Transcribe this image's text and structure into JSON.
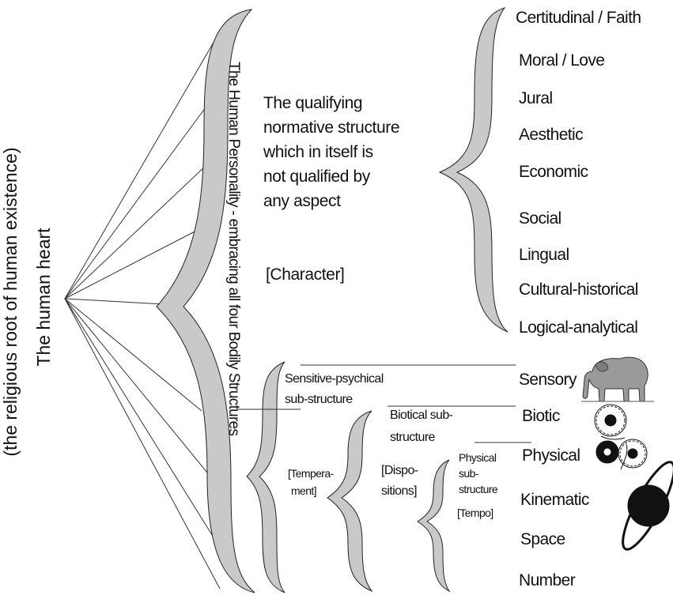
{
  "left_label": {
    "line1": "The human heart",
    "line2": "(the religious root of human existence)"
  },
  "personality_label": "The Human Personality - embracing all four Bodily Structures",
  "qualifying": {
    "lines": [
      "The qualifying",
      "normative structure",
      "which in itself is",
      "not qualified by",
      "any aspect"
    ],
    "character": "[Character]"
  },
  "aspects": [
    "Certitudinal / Faith",
    "Moral / Love",
    "Jural",
    "Aesthetic",
    "Economic",
    "Social",
    "Lingual",
    "Cultural-historical",
    "Logical-analytical",
    "Sensory",
    "Biotic",
    "Physical",
    "Kinematic",
    "Space",
    "Number"
  ],
  "psychical": {
    "line1": "Sensitive-psychical",
    "line2": "sub-structure",
    "temper1": "[Tempera-",
    "temper2": "ment]"
  },
  "biotical": {
    "line1": "Biotical sub-",
    "line2": "structure",
    "disp1": "[Dispo-",
    "disp2": "sitions]"
  },
  "physical": {
    "line1": "Physical",
    "line2": "sub-",
    "line3": "structure",
    "tempo": "[Tempo]"
  },
  "icons": [
    "elephant-icon",
    "flowers-icon",
    "planet-icon"
  ],
  "colors": {
    "brace_fill": "#c9c9c9",
    "stroke": "#222222"
  }
}
